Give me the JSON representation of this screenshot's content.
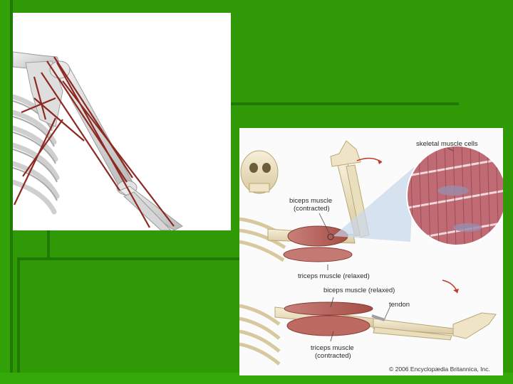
{
  "slide": {
    "colors": {
      "background": "#2f9a06",
      "stripe_dark": "#1f7a03",
      "muscle_red": "#b5655a",
      "tendon_line": "#8c2a22"
    }
  },
  "figure_left": {
    "icon": "skeletal-shoulder-arm-muscle-lines"
  },
  "figure_right": {
    "labels": {
      "skeletal_cells": "skeletal muscle cells",
      "biceps_contracted_line1": "biceps muscle",
      "biceps_contracted_line2": "(contracted)",
      "triceps_relaxed": "triceps muscle (relaxed)",
      "biceps_relaxed": "biceps muscle (relaxed)",
      "tendon": "tendon",
      "triceps_contracted_line1": "triceps muscle",
      "triceps_contracted_line2": "(contracted)"
    },
    "credit": "© 2006 Encyclopædia Britannica, Inc."
  }
}
